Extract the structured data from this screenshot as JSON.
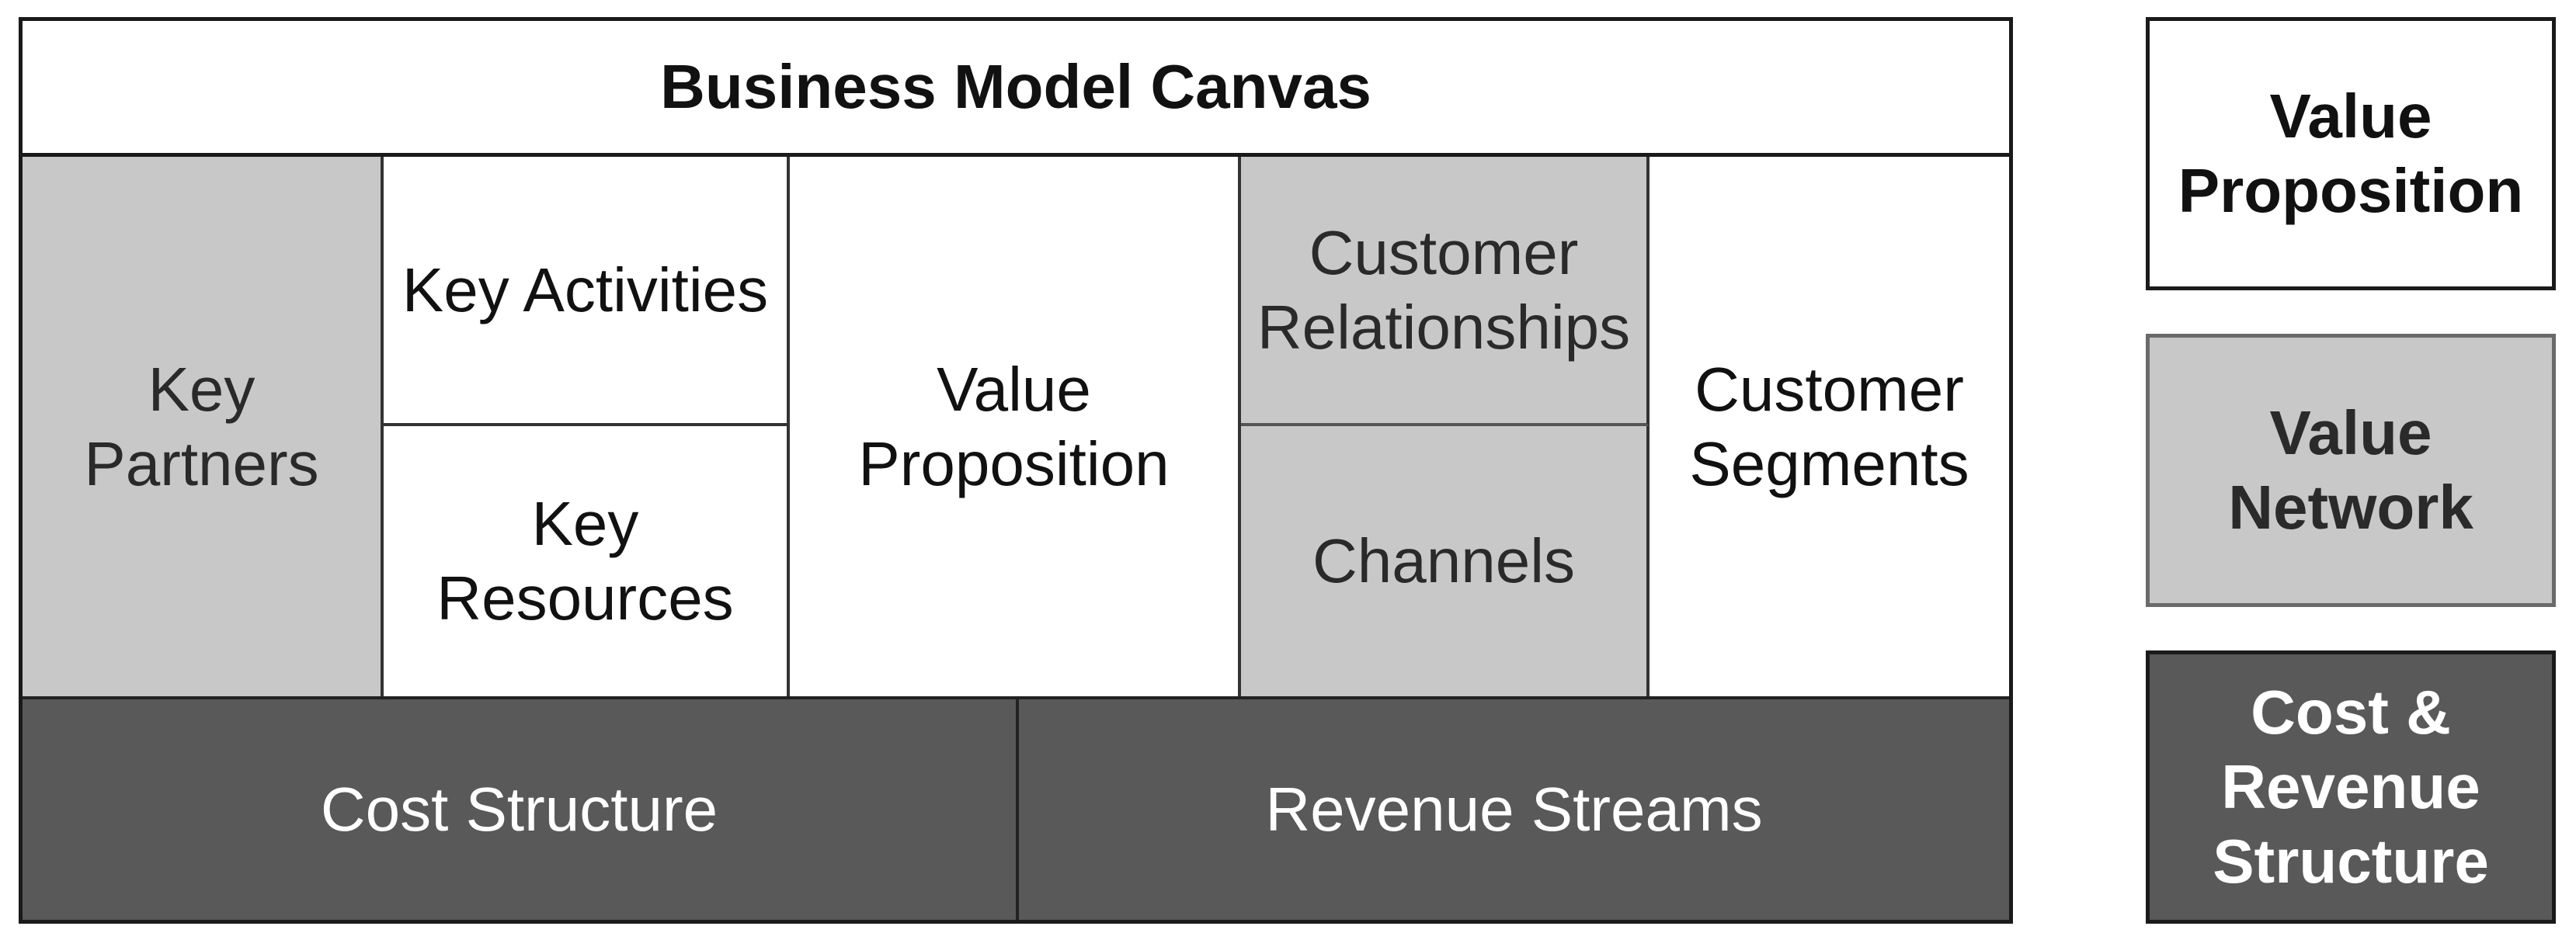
{
  "canvas": {
    "title": "Business Model Canvas",
    "blocks": {
      "key_partners": "Key\nPartners",
      "key_activities": "Key Activities",
      "key_resources": "Key\nResources",
      "value_proposition": "Value\nProposition",
      "customer_relationships": "Customer\nRelationships",
      "channels": "Channels",
      "customer_segments": "Customer\nSegments",
      "cost_structure": "Cost Structure",
      "revenue_streams": "Revenue Streams"
    }
  },
  "legend": [
    {
      "label": "Value\nProposition",
      "color": "#ffffff"
    },
    {
      "label": "Value\nNetwork",
      "color": "#c8c8c8"
    },
    {
      "label": "Cost &\nRevenue\nStructure",
      "color": "#595959"
    }
  ]
}
